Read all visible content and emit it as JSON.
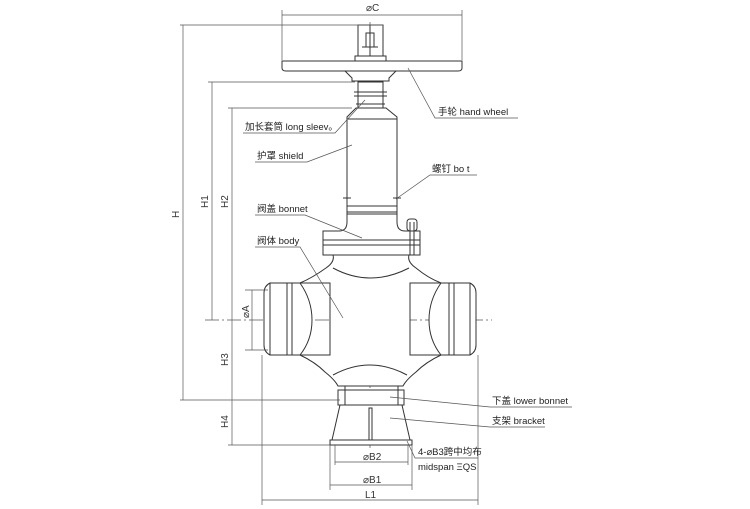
{
  "title": "Extended bonnet valve outline drawing",
  "dimensions": {
    "C": "⌀C",
    "H": "H",
    "H1": "H1",
    "H2": "H2",
    "H3": "H3",
    "H4": "H4",
    "A": "⌀A",
    "B2": "⌀B2",
    "B1": "⌀B1",
    "L1": "L1"
  },
  "labels": {
    "hand_wheel": "手轮 hand wheel",
    "long_sleeve": "加长套筒 long sleev。",
    "shield": "护罩 shield",
    "bolt": "螺钉 bo t",
    "bonnet": "阀盖 bonnet",
    "body": "阀体 body",
    "lower_bonnet": "下盖 lower bonnet",
    "bracket": "支架 bracket",
    "holes": "4-⌀B3跨中均布",
    "holes_en": "midspan ΞQS"
  }
}
